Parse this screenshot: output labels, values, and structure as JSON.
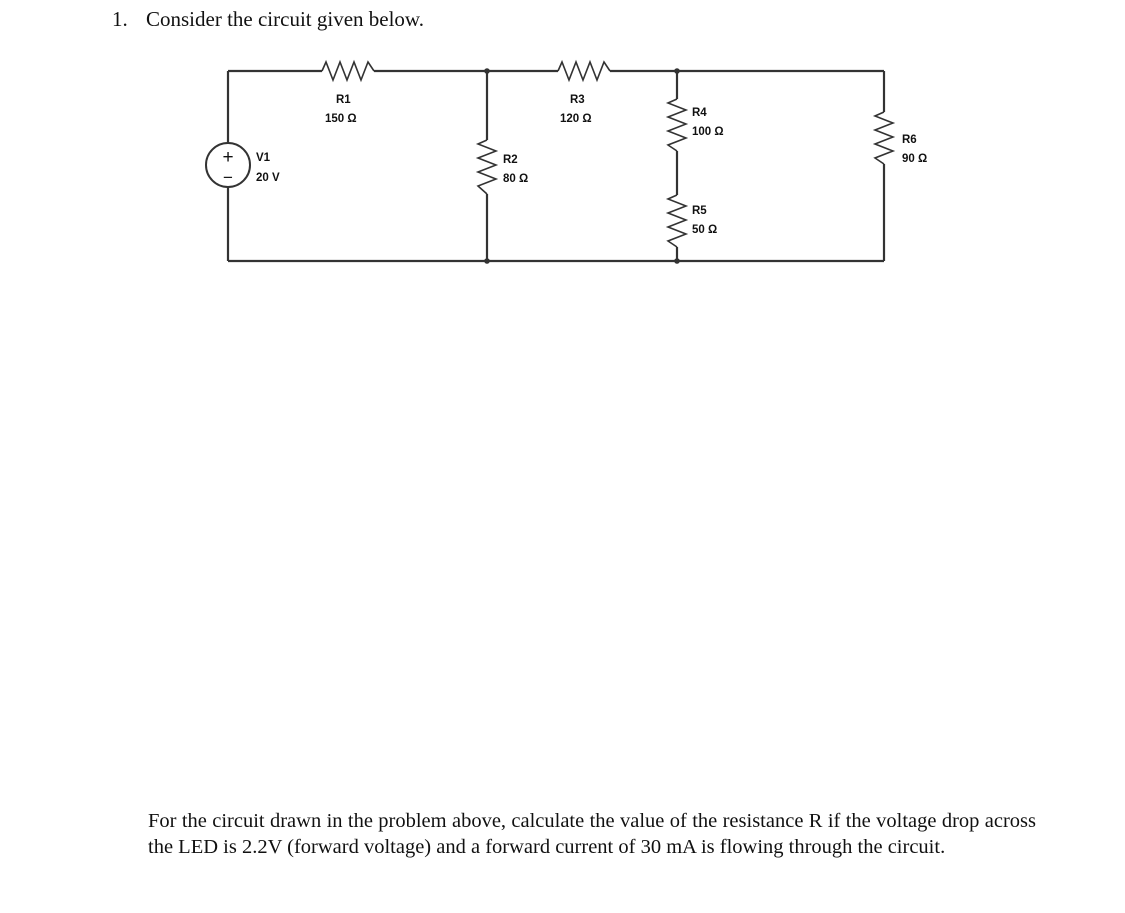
{
  "question": {
    "number": "1.",
    "prompt": "Consider the circuit given below."
  },
  "circuit": {
    "source": {
      "name": "V1",
      "value": "20 V",
      "plus_sign": "+",
      "minus_sign": "−"
    },
    "resistors": [
      {
        "id": "R1",
        "name": "R1",
        "value": "150 Ω"
      },
      {
        "id": "R2",
        "name": "R2",
        "value": "80 Ω"
      },
      {
        "id": "R3",
        "name": "R3",
        "value": "120 Ω"
      },
      {
        "id": "R4",
        "name": "R4",
        "value": "100 Ω"
      },
      {
        "id": "R5",
        "name": "R5",
        "value": "50 Ω"
      },
      {
        "id": "R6",
        "name": "R6",
        "value": "90 Ω"
      }
    ]
  },
  "problem_text": "For the circuit drawn in the problem above, calculate the value of the resistance R if the voltage drop across the LED is 2.2V (forward voltage) and a forward current of 30 mA is flowing through the circuit."
}
